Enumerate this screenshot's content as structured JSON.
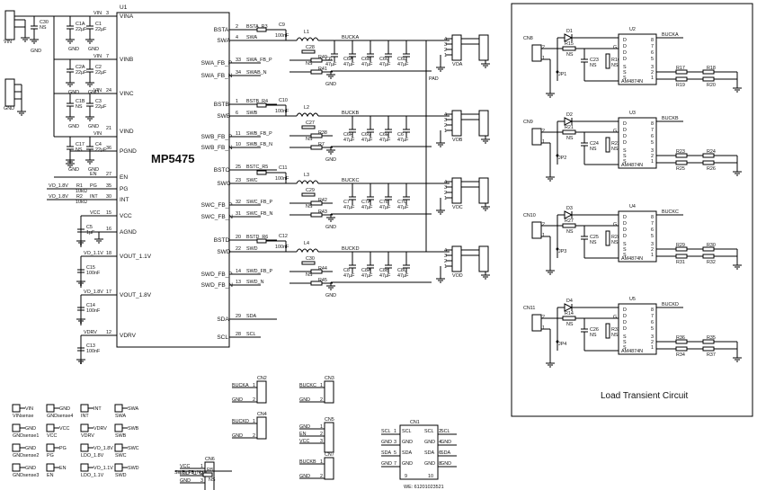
{
  "ic": {
    "ref": "U1",
    "name": "MP5475"
  },
  "left_pins": [
    {
      "num": "3",
      "name": "VINA"
    },
    {
      "num": "7",
      "name": "VINB"
    },
    {
      "num": "24",
      "name": "VINC"
    },
    {
      "num": "21",
      "name": "VIND"
    },
    {
      "num": "36",
      "name": "PGND"
    },
    {
      "num": "27",
      "name": "EN"
    },
    {
      "num": "35",
      "name": "PG"
    },
    {
      "num": "30",
      "name": "INT"
    },
    {
      "num": "15",
      "name": "VCC"
    },
    {
      "num": "16",
      "name": "AGND"
    },
    {
      "num": "18",
      "name": "VOUT_1.1V"
    },
    {
      "num": "17",
      "name": "VOUT_1.8V"
    },
    {
      "num": "12",
      "name": "VDRV"
    }
  ],
  "right_pins": [
    {
      "num": "2",
      "name": "BSTA"
    },
    {
      "num": "4",
      "name": "SWA"
    },
    {
      "num": "33",
      "name": "SWA_FB_P"
    },
    {
      "num": "34",
      "name": "SWA_FB_N"
    },
    {
      "num": "1",
      "name": "BSTB"
    },
    {
      "num": "6",
      "name": "SWB"
    },
    {
      "num": "11",
      "name": "SWB_FB_P"
    },
    {
      "num": "10",
      "name": "SWB_FB_N"
    },
    {
      "num": "25",
      "name": "BSTC"
    },
    {
      "num": "23",
      "name": "SWC"
    },
    {
      "num": "32",
      "name": "SWC_FB_P"
    },
    {
      "num": "31",
      "name": "SWC_FB_N"
    },
    {
      "num": "20",
      "name": "BSTD"
    },
    {
      "num": "22",
      "name": "SWD"
    },
    {
      "num": "14",
      "name": "SWD_FB_P"
    },
    {
      "num": "13",
      "name": "SWD_FB_N"
    },
    {
      "num": "29",
      "name": "SDA"
    },
    {
      "num": "28",
      "name": "SCL"
    }
  ],
  "right_nets": [
    "BSTA_R3",
    "SWA",
    "SWA_FB_P",
    "SWAB_N",
    "BSTB_R4",
    "SWB",
    "SWB_FB_P",
    "SWB_FB_N",
    "BSTC_R5",
    "SWC",
    "SWC_FB_P",
    "SWC_FB_N",
    "BSTD_R6",
    "SWD",
    "SWD_FB_P",
    "SWD_N",
    "SDA",
    "SCL"
  ],
  "left_nets": {
    "vin": "VIN",
    "en_r": "R1",
    "pg_net": "VO_1.8V",
    "int_net": "VO_1.8V",
    "pg": "PG",
    "int": "INT",
    "r1": "R1",
    "r1v": "10kΩ",
    "r2": "R2",
    "r2v": "10kΩ",
    "en": "EN",
    "vcc": "VCC",
    "vo11": "VO_1.1V",
    "vo18": "VO_1.8V",
    "vdrv": "VDRV",
    "gnd": "GND"
  },
  "input_caps": [
    {
      "a": "C30",
      "av": "NS",
      "b": "C1A",
      "bv": "22µF",
      "c": "C1",
      "cv": "22µF"
    },
    {
      "b": "C2A",
      "bv": "22µF",
      "c": "C2",
      "cv": "22µF"
    },
    {
      "b": "C1B",
      "bv": "NS",
      "c": "C3",
      "cv": "22µF"
    },
    {
      "b": "C17",
      "bv": "NS",
      "c": "C4",
      "cv": "22µF"
    }
  ],
  "left_caps": [
    {
      "ref": "C5",
      "val": "1µF"
    },
    {
      "ref": "C15",
      "val": "100nF"
    },
    {
      "ref": "C14",
      "val": "100nF"
    },
    {
      "ref": "C13",
      "val": "100nF"
    }
  ],
  "bucks": [
    {
      "name": "BUCKA",
      "boot": "C9",
      "bootv": "100nF",
      "ind": "L1",
      "caps": [
        "C6",
        "C6A",
        "C6B",
        "C6C",
        "C6D"
      ],
      "capv": "47µF",
      "rs": [
        "R40",
        "R41"
      ],
      "conn": "VOA",
      "cap_s": "C28"
    },
    {
      "name": "BUCKB",
      "boot": "C10",
      "bootv": "100nF",
      "ind": "L2",
      "caps": [
        "C6F",
        "C6G",
        "C6E",
        "C6"
      ],
      "capv": "47µF",
      "rs": [
        "R38",
        "R7"
      ],
      "conn": "VOB",
      "cap_s": "C27"
    },
    {
      "name": "BUCKC",
      "boot": "C11",
      "bootv": "100nF",
      "ind": "L3",
      "caps": [
        "C7",
        "C7A",
        "C7B",
        "C7C"
      ],
      "capv": "47µF",
      "rs": [
        "R42",
        "R43"
      ],
      "conn": "VOC",
      "cap_s": "C29"
    },
    {
      "name": "BUCKD",
      "boot": "C12",
      "bootv": "100nF",
      "ind": "L4",
      "caps": [
        "C8",
        "C8A",
        "C8B",
        "C8C"
      ],
      "capv": "47µF",
      "rs": [
        "R44",
        "R45"
      ],
      "conn": "VOD",
      "cap_s": "C30"
    }
  ],
  "misc": {
    "pad": "PAD",
    "ns": "NS",
    "gnd": "GND",
    "vin_conn": "VIN",
    "gnd_conn": "GND"
  },
  "load": {
    "title": "Load Transient Circuit",
    "blocks": [
      {
        "cn": "CN8",
        "d": "D1",
        "r": "R15",
        "c": "C23",
        "rr": "R16",
        "u": "U2",
        "net": "BUCKA",
        "jp": "JP1",
        "part": "AM4874N",
        "r1": "R17",
        "r2": "R18",
        "r3": "R19",
        "r4": "R20"
      },
      {
        "cn": "CN9",
        "d": "D2",
        "r": "R21",
        "c": "C24",
        "rr": "R22",
        "u": "U3",
        "net": "BUCKB",
        "jp": "JP2",
        "part": "AM4874N",
        "r1": "R23",
        "r2": "R24",
        "r3": "R25",
        "r4": "R26"
      },
      {
        "cn": "CN10",
        "d": "D3",
        "r": "R27",
        "c": "C25",
        "rr": "R28",
        "u": "U4",
        "net": "BUCKC",
        "jp": "JP3",
        "part": "AM4874N",
        "r1": "R29",
        "r2": "R30",
        "r3": "R31",
        "r4": "R32"
      },
      {
        "cn": "CN11",
        "d": "D4",
        "r": "R14",
        "c": "C26",
        "rr": "R33",
        "u": "U5",
        "net": "BUCKD",
        "jp": "JP4",
        "part": "AM4874N",
        "r1": "R36",
        "r2": "R35",
        "r3": "R34",
        "r4": "R37"
      }
    ]
  },
  "testpoints": [
    [
      "VIN",
      "SWA"
    ],
    [
      "GND",
      "SWB"
    ],
    [
      "INT",
      "SWC"
    ],
    [
      "VDRV",
      "SWD"
    ]
  ],
  "tp_grid": [
    {
      "label": "VIN",
      "sub": "VINsense"
    },
    {
      "label": "GND",
      "sub": "GNDsense4"
    },
    {
      "label": "INT",
      "sub": "INT"
    },
    {
      "label": "SWA",
      "sub": "SWA"
    },
    {
      "label": "GND",
      "sub": "GNDsense1"
    },
    {
      "label": "VCC",
      "sub": "VCC"
    },
    {
      "label": "VDRV",
      "sub": "VDRV"
    },
    {
      "label": "SWB",
      "sub": "SWB"
    },
    {
      "label": "GND",
      "sub": "GNDsense2"
    },
    {
      "label": "PG",
      "sub": "PG"
    },
    {
      "label": "VO_1.8V",
      "sub": "LDO_1.8V"
    },
    {
      "label": "SWC",
      "sub": "SWC"
    },
    {
      "label": "GND",
      "sub": "GNDsense3"
    },
    {
      "label": "EN",
      "sub": "EN"
    },
    {
      "label": "VO_1.1V",
      "sub": "LDO_1.1V"
    },
    {
      "label": "SWD",
      "sub": "SWD"
    }
  ],
  "conns": [
    {
      "ref": "CN2",
      "a": "BUCKA",
      "b": "GND"
    },
    {
      "ref": "CN4",
      "a": "BUCKD",
      "b": "GND"
    },
    {
      "ref": "CN6",
      "a": "VCC",
      "b": "LDO_O_SEL",
      "c": "GND"
    },
    {
      "ref": "CN3",
      "a": "BUCKC",
      "b": "GND"
    },
    {
      "ref": "CN5",
      "a": "GND",
      "b": "EN",
      "c": "VCC"
    },
    {
      "ref": "CN7",
      "a": "BUCKB",
      "b": "GND"
    }
  ],
  "cn6": {
    "r": "R8",
    "rv": "NS",
    "net": "SWB_FB_N"
  },
  "cn1": {
    "ref": "CN1",
    "left": [
      "SCL",
      "GND",
      "SDA",
      "GND"
    ],
    "leftn": [
      "1",
      "3",
      "5",
      "7"
    ],
    "right": [
      "SCL",
      "GND",
      "SDA",
      "GND"
    ],
    "rightn": [
      "2",
      "4",
      "6",
      "8"
    ],
    "bot": [
      "9",
      "10"
    ],
    "part": "WE: 61201023521"
  }
}
